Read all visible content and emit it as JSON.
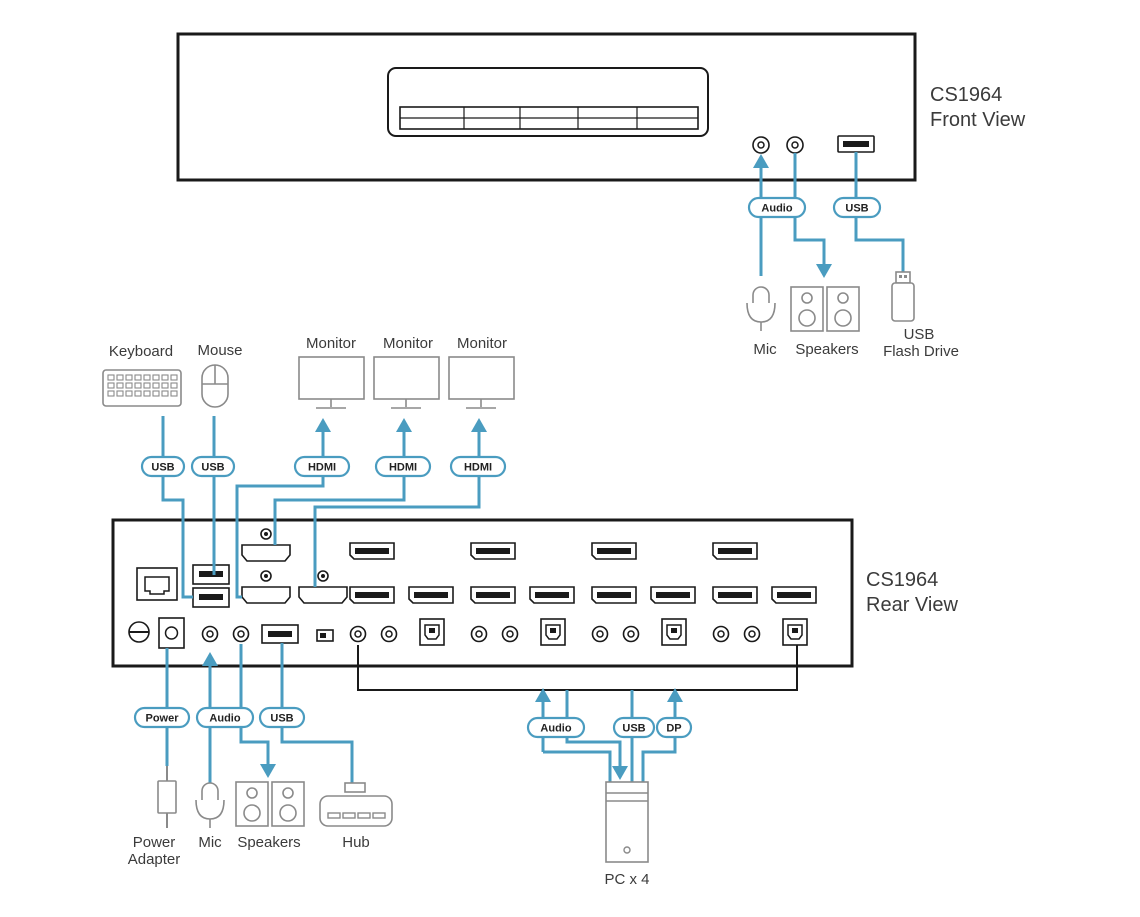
{
  "front_title": [
    "CS1964",
    "Front View"
  ],
  "rear_title": [
    "CS1964",
    "Rear View"
  ],
  "tags": {
    "front_audio": "Audio",
    "front_usb": "USB",
    "kb_usb": "USB",
    "mouse_usb": "USB",
    "hdmi_1": "HDMI",
    "hdmi_2": "HDMI",
    "hdmi_3": "HDMI",
    "power": "Power",
    "rear_audio": "Audio",
    "hub_usb": "USB",
    "pc_audio": "Audio",
    "pc_usb": "USB",
    "pc_dp": "DP"
  },
  "labels": {
    "front_mic": "Mic",
    "front_speakers": "Speakers",
    "usb_flash": [
      "USB",
      "Flash Drive"
    ],
    "keyboard": "Keyboard",
    "mouse": "Mouse",
    "monitor_1": "Monitor",
    "monitor_2": "Monitor",
    "monitor_3": "Monitor",
    "power_adapter": [
      "Power",
      "Adapter"
    ],
    "rear_mic": "Mic",
    "rear_speakers": "Speakers",
    "hub": "Hub",
    "pc": "PC x 4"
  },
  "colors": {
    "cable": "#4a9cc0",
    "device": "#1a1a1a",
    "peripheral": "#8a8a8a"
  }
}
